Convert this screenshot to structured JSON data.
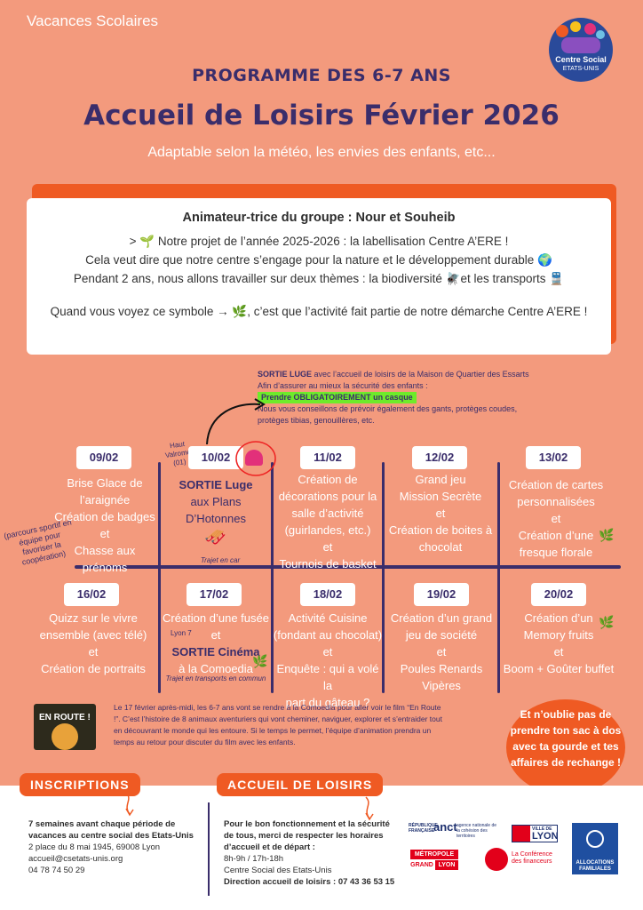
{
  "header": {
    "top_label": "Vacances Scolaires",
    "logo_line1": "Centre Social",
    "logo_line2": "ETATS-UNIS",
    "program": "PROGRAMME DES 6-7 ANS",
    "title": "Accueil de Loisirs Février 2026",
    "subtitle": "Adaptable selon la météo, les envies des enfants, etc..."
  },
  "card": {
    "heading": "Animateur-trice du groupe : Nour et Souheib",
    "line1": "> 🌱 Notre projet de l’année 2025-2026 : la labellisation Centre A’ERE !",
    "line2": "Cela veut dire que notre centre s’engage pour la nature et le développement durable 🌍",
    "line3": "Pendant 2 ans, nous allons travailler sur deux thèmes : la biodiversité   🪰et les transports 🚆",
    "line4": "Quand vous voyez ce symbole → 🌿, c’est que l’activité fait partie de notre démarche Centre A’ERE !"
  },
  "luge": {
    "title": "SORTIE LUGE",
    "title_rest": " avec l’accueil de loisirs de la Maison de Quartier des Essarts",
    "line2": "Afin d’assurer au mieux la sécurité des enfants :",
    "highlight": "Prendre OBLIGATOIREMENT un casque",
    "line4": "Nous vous conseillons de prévoir également des gants, protèges coudes,",
    "line5": "protèges tibias, genouillères, etc."
  },
  "side_note": "(parcours sportif en équipe pour favoriser la coopération)",
  "haut_valromey": "Haut Valromey (01)",
  "lyon_note": "Lyon 7",
  "week1": [
    {
      "date": "09/02",
      "lines": [
        "Brise Glace de",
        "l’araignée",
        "Création de badges",
        "et",
        "Chasse aux",
        "prénoms"
      ]
    },
    {
      "date": "10/02",
      "lines": [
        "SORTIE Luge",
        "aux Plans",
        "D’Hotonnes"
      ],
      "note": "Trajet en car"
    },
    {
      "date": "11/02",
      "lines": [
        "Création de",
        "décorations pour la",
        "salle d’activité",
        "(guirlandes, etc.)",
        "et",
        "Tournois de basket"
      ]
    },
    {
      "date": "12/02",
      "lines": [
        "Grand jeu",
        "Mission Secrète",
        "et",
        "Création de boites à",
        "chocolat"
      ]
    },
    {
      "date": "13/02",
      "lines": [
        "Création de cartes",
        "personnalisées",
        "et",
        "Création d’une",
        "fresque florale"
      ]
    }
  ],
  "week2": [
    {
      "date": "16/02",
      "lines": [
        "Quizz sur le vivre",
        "ensemble (avec télé)",
        "et",
        "Création de portraits"
      ]
    },
    {
      "date": "17/02",
      "lines": [
        "Création d’une fusée",
        "et",
        "SORTIE Cinéma",
        "à la Comoedia"
      ],
      "note": "Trajet en transports en commun"
    },
    {
      "date": "18/02",
      "lines": [
        "Activité Cuisine",
        "(fondant au chocolat)",
        "et",
        "Enquête : qui a volé la",
        "part du gâteau ?"
      ]
    },
    {
      "date": "19/02",
      "lines": [
        "Création d’un grand",
        "jeu de société",
        "et",
        "Poules Renards",
        "Vipères"
      ]
    },
    {
      "date": "20/02",
      "lines": [
        "Création d’un",
        "Memory fruits",
        "et",
        "Boom + Goûter buffet"
      ]
    }
  ],
  "film": {
    "poster": "EN ROUTE !",
    "text": "Le 17 février après-midi, les 6-7 ans vont se rendre à la Comoedia pour aller voir le film “En Route !”. C’est l’histoire de 8 animaux aventuriers qui vont cheminer, naviguer, explorer et s’entraider tout en découvrant le monde qui les entoure. Si le temps le permet, l’équipe d’animation prendra un temps au retour pour discuter du film avec les enfants."
  },
  "bubble": "Et n’oublie pas de prendre ton sac à dos avec ta gourde et tes affaires de rechange !",
  "inscriptions": {
    "tag": "INSCRIPTIONS",
    "bold": "7 semaines avant chaque période de vacances au centre social des Etats-Unis",
    "address": "2 place du 8 mai 1945, 69008 Lyon",
    "email": "accueil@csetats-unis.org",
    "phone": "04 78 74 50 29"
  },
  "accueil": {
    "tag": "ACCUEIL DE LOISIRS",
    "bold": "Pour le bon fonctionnement et la sécurité de tous, merci de respecter les horaires d’accueil et de départ :",
    "hours": "8h-9h / 17h-18h",
    "place": "Centre Social des Etats-Unis",
    "direction": "Direction accueil de loisirs : 07 43 36 53 15"
  },
  "partners": {
    "rf": "RÉPUBLIQUE FRANÇAISE",
    "anct": "anct",
    "anct_sub": "agence nationale de la cohésion des territoires",
    "ville": "VILLE DE",
    "lyon": "LYON",
    "metropole": "MÉTROPOLE",
    "grand": "GRAND",
    "lyon2": "LYON",
    "conf": "La Conférence des financeurs",
    "caf": "ALLOCATIONS FAMILIALES"
  },
  "colors": {
    "accent": "#ef5a23",
    "background": "#f39a7d",
    "navy": "#3a2d6b",
    "highlight": "#6eeb2a"
  }
}
